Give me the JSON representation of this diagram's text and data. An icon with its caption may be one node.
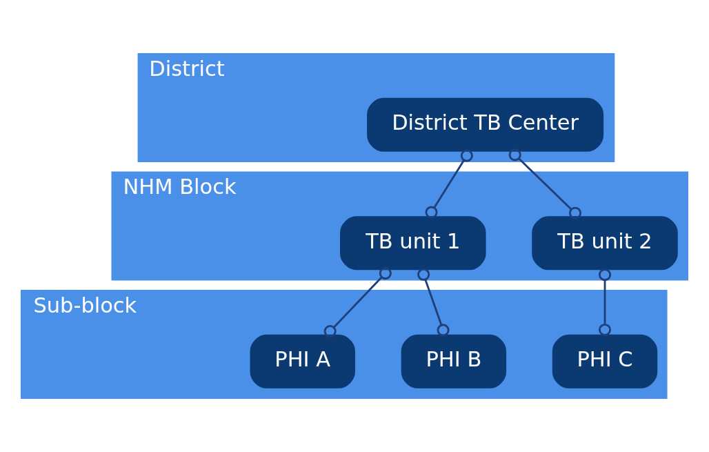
{
  "diagram": {
    "nodes": [
      {
        "text": [
          "District"
        ]
      },
      {
        "text": [
          "District TB Center"
        ],
        "in": 0
      },
      {
        "text": [
          "NHM Block"
        ]
      },
      {
        "text": [
          "TB unit 1"
        ],
        "in": 2
      },
      {
        "text": [
          "TB unit 2"
        ],
        "in": 2
      },
      {
        "text": [
          "Sub-block"
        ]
      },
      {
        "text": [
          "PHI A"
        ],
        "in": 5
      },
      {
        "text": [
          "PHI B"
        ],
        "in": 5
      },
      {
        "text": [
          "PHI C"
        ],
        "in": 5
      }
    ],
    "edges": [
      {
        "from": 1,
        "to": 3,
        "arrow": "other"
      },
      {
        "from": 1,
        "to": 4,
        "arrow": "other"
      },
      {
        "from": 3,
        "to": 6,
        "arrow": "other"
      },
      {
        "from": 3,
        "to": 7,
        "arrow": "other"
      },
      {
        "from": 4,
        "to": 8,
        "arrow": "other"
      }
    ]
  }
}
